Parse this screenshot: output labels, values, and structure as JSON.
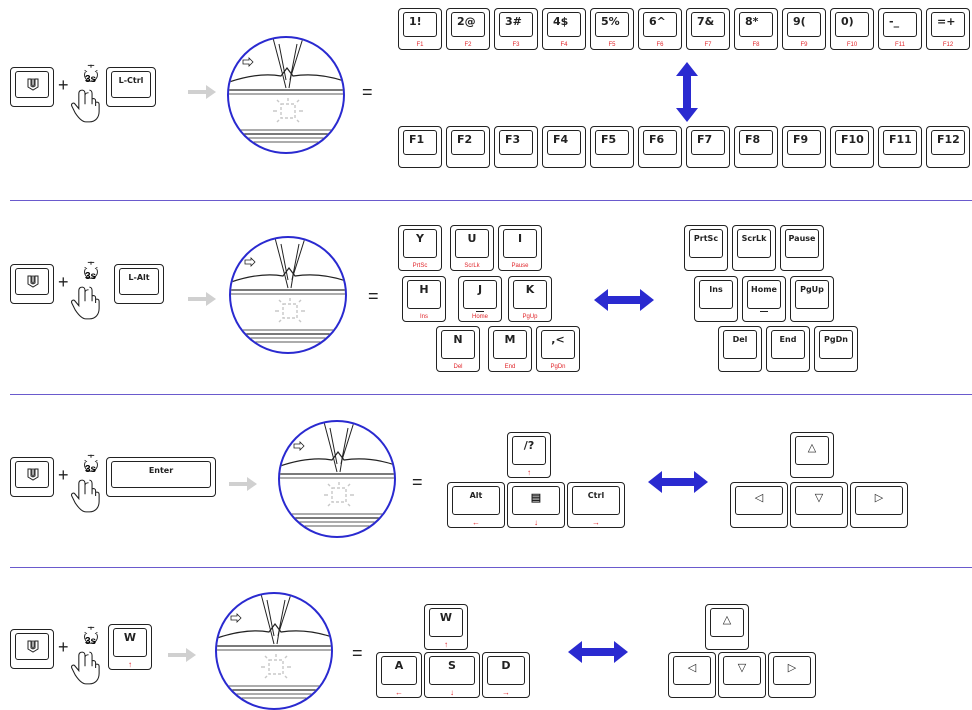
{
  "colors": {
    "accent_blue": "#2a2ad0",
    "separator": "#6a5acd",
    "red_label": "#e0252a",
    "gray_arrow": "#d0d0d0"
  },
  "icons": {
    "fn_key": "logo-icon",
    "hold_timer": "timer-3s-icon",
    "hand": "pressing-hand-icon",
    "led": "led-indicator-icon"
  },
  "common": {
    "timer": "3s",
    "equals": "="
  },
  "row1": {
    "mod_key": "L-Ctrl",
    "top_keys": [
      {
        "main": "1!",
        "sub": "F1"
      },
      {
        "main": "2@",
        "sub": "F2"
      },
      {
        "main": "3#",
        "sub": "F3"
      },
      {
        "main": "4$",
        "sub": "F4"
      },
      {
        "main": "5%",
        "sub": "F5"
      },
      {
        "main": "6^",
        "sub": "F6"
      },
      {
        "main": "7&",
        "sub": "F7"
      },
      {
        "main": "8*",
        "sub": "F8"
      },
      {
        "main": "9(",
        "sub": "F9"
      },
      {
        "main": "0)",
        "sub": "F10"
      },
      {
        "main": "-_",
        "sub": "F11"
      },
      {
        "main": "=+",
        "sub": "F12"
      }
    ],
    "bottom_keys": [
      "F1",
      "F2",
      "F3",
      "F4",
      "F5",
      "F6",
      "F7",
      "F8",
      "F9",
      "F10",
      "F11",
      "F12"
    ]
  },
  "row2": {
    "mod_key": "L-Alt",
    "left_keys": [
      {
        "main": "Y",
        "sub": "PrtSc"
      },
      {
        "main": "U",
        "sub": "ScrLk"
      },
      {
        "main": "I",
        "sub": "Pause"
      },
      {
        "main": "H",
        "sub": "Ins"
      },
      {
        "main": "J",
        "sub": "Home"
      },
      {
        "main": "K",
        "sub": "PgUp"
      },
      {
        "main": "N",
        "sub": "Del"
      },
      {
        "main": "M",
        "sub": "End"
      },
      {
        "main": ",<",
        "sub": "PgDn"
      }
    ],
    "right_keys": [
      "PrtSc",
      "ScrLk",
      "Pause",
      "Ins",
      "Home",
      "PgUp",
      "Del",
      "End",
      "PgDn"
    ]
  },
  "row3": {
    "mod_key": "Enter",
    "left_keys": [
      {
        "main": "/?"
      },
      {
        "main": "Alt"
      },
      {
        "main": "menu-icon"
      },
      {
        "main": "Ctrl"
      }
    ]
  },
  "row4": {
    "mod_key": "W",
    "left_keys": [
      {
        "main": "W"
      },
      {
        "main": "A"
      },
      {
        "main": "S"
      },
      {
        "main": "D"
      }
    ]
  }
}
